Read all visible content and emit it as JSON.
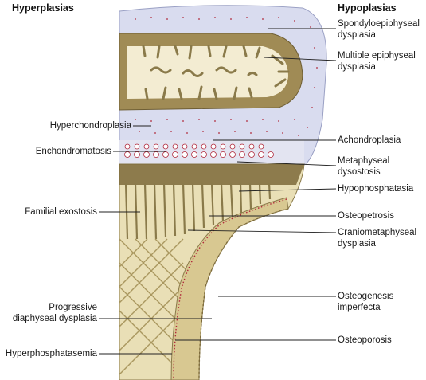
{
  "headers": {
    "left": "Hyperplasias",
    "right": "Hypoplasias"
  },
  "labels_right": [
    {
      "id": "spondylo",
      "lines": [
        "Spondyloepiphyseal",
        "dysplasia"
      ]
    },
    {
      "id": "multiple",
      "lines": [
        "Multiple epiphyseal",
        "dysplasia"
      ]
    },
    {
      "id": "achondroplasia",
      "lines": [
        "Achondroplasia"
      ]
    },
    {
      "id": "metaphyseal",
      "lines": [
        "Metaphyseal",
        "dysostosis"
      ]
    },
    {
      "id": "hypophosphatasia",
      "lines": [
        "Hypophosphatasia"
      ]
    },
    {
      "id": "osteopetrosis",
      "lines": [
        "Osteopetrosis"
      ]
    },
    {
      "id": "craniometaphyseal",
      "lines": [
        "Craniometaphyseal",
        "dysplasia"
      ]
    },
    {
      "id": "osteogenesis",
      "lines": [
        "Osteogenesis",
        "imperfecta"
      ]
    },
    {
      "id": "osteoporosis",
      "lines": [
        "Osteoporosis"
      ]
    }
  ],
  "labels_left": [
    {
      "id": "hyperchondroplasia",
      "lines": [
        "Hyperchondroplasia"
      ]
    },
    {
      "id": "enchondromatosis",
      "lines": [
        "Enchondromatosis"
      ]
    },
    {
      "id": "familial",
      "lines": [
        "Familial exostosis"
      ]
    },
    {
      "id": "progressive",
      "lines": [
        "Progressive",
        "diaphyseal dysplasia"
      ]
    },
    {
      "id": "hyperphosphatasemia",
      "lines": [
        "Hyperphosphatasemia"
      ]
    }
  ],
  "colors": {
    "cartilage": "#d9dcef",
    "bone_tan": "#e9dfb6",
    "bone_dark": "#8a7a4a",
    "marrow": "#f6f0da",
    "cell_red": "#b0283a",
    "leader": "#222222"
  }
}
